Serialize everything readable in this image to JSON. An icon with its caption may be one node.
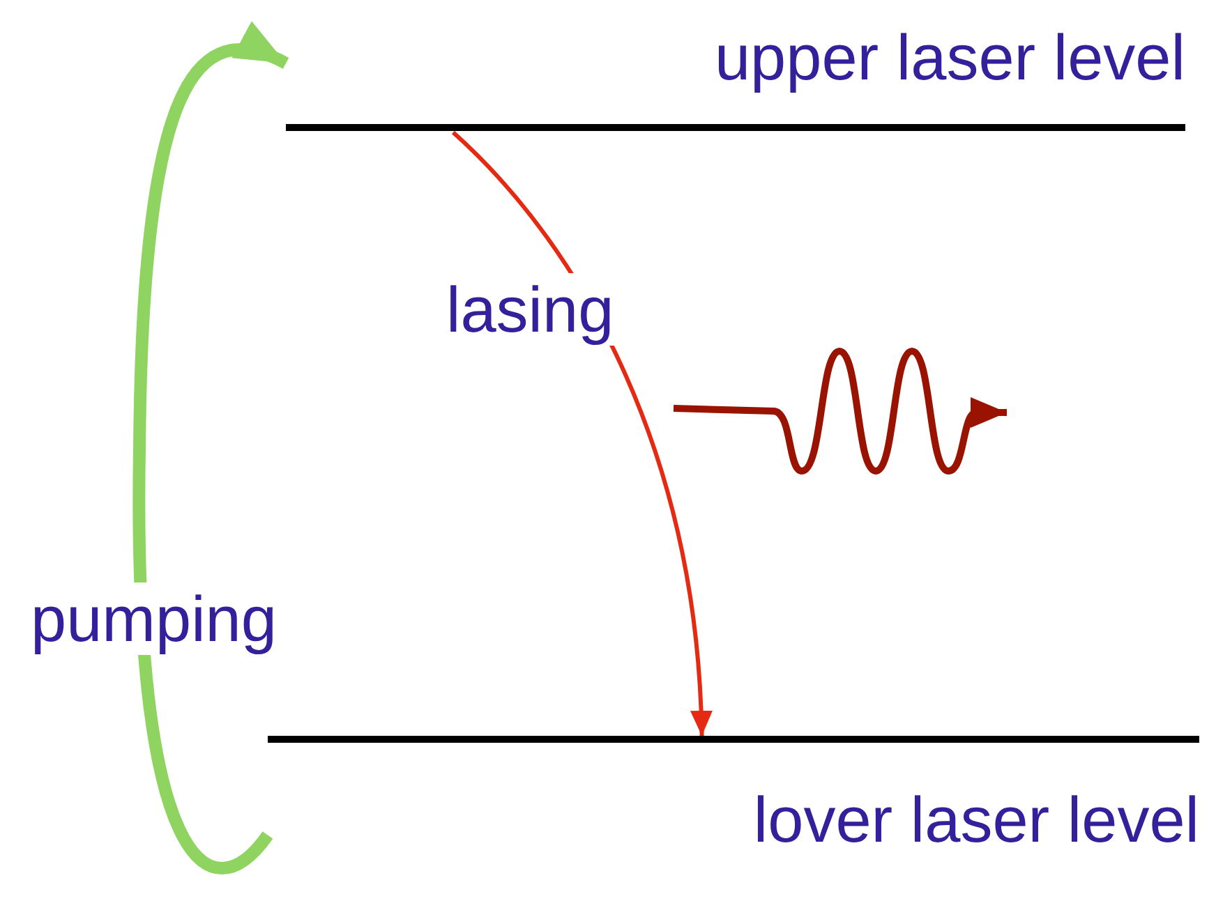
{
  "diagram": {
    "nodes": [
      {
        "text": [
          "upper laser level"
        ]
      },
      {
        "text": [
          "lover laser level"
        ]
      }
    ],
    "edges": [
      {
        "from": 1,
        "to": 0,
        "arrow": "to",
        "label": "pumping",
        "style": "thick",
        "color": "#8fd460"
      },
      {
        "from": 0,
        "to": 1,
        "arrow": "to",
        "label": "lasing",
        "color": "#e42a12"
      }
    ]
  }
}
